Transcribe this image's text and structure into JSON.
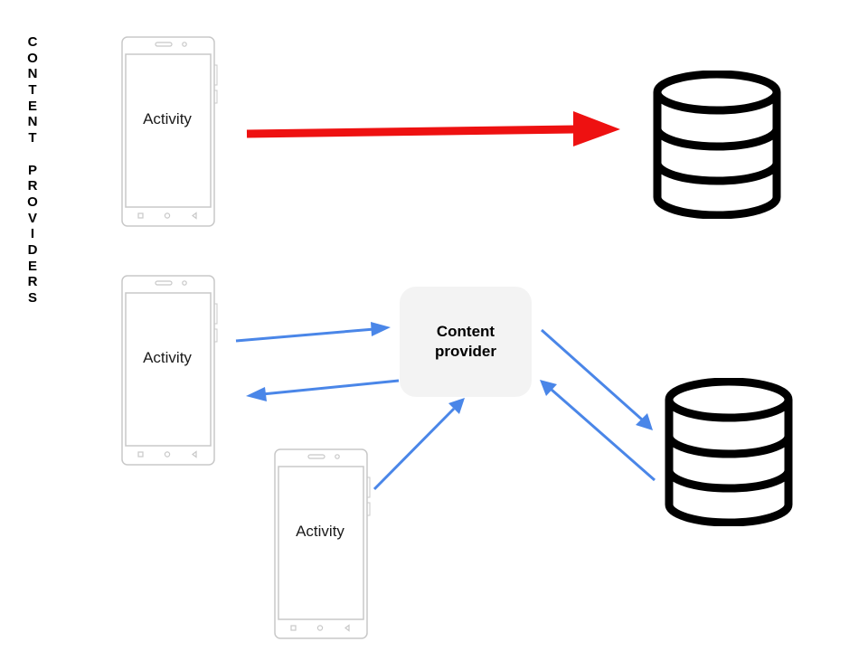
{
  "title": {
    "letters": [
      "C",
      "O",
      "N",
      "T",
      "E",
      "N",
      "T",
      "",
      "P",
      "R",
      "O",
      "V",
      "I",
      "D",
      "E",
      "R",
      "S"
    ]
  },
  "phones": [
    {
      "label": "Activity"
    },
    {
      "label": "Activity"
    },
    {
      "label": "Activity"
    }
  ],
  "content_provider": {
    "label": "Content provider"
  },
  "databases": [
    {
      "icon": "database-icon"
    },
    {
      "icon": "database-icon"
    }
  ],
  "colors": {
    "direct_arrow": "#ee1111",
    "provider_arrow": "#4a86e8",
    "provider_box": "#f3f3f3",
    "phone_outline": "#c8c8c8"
  }
}
